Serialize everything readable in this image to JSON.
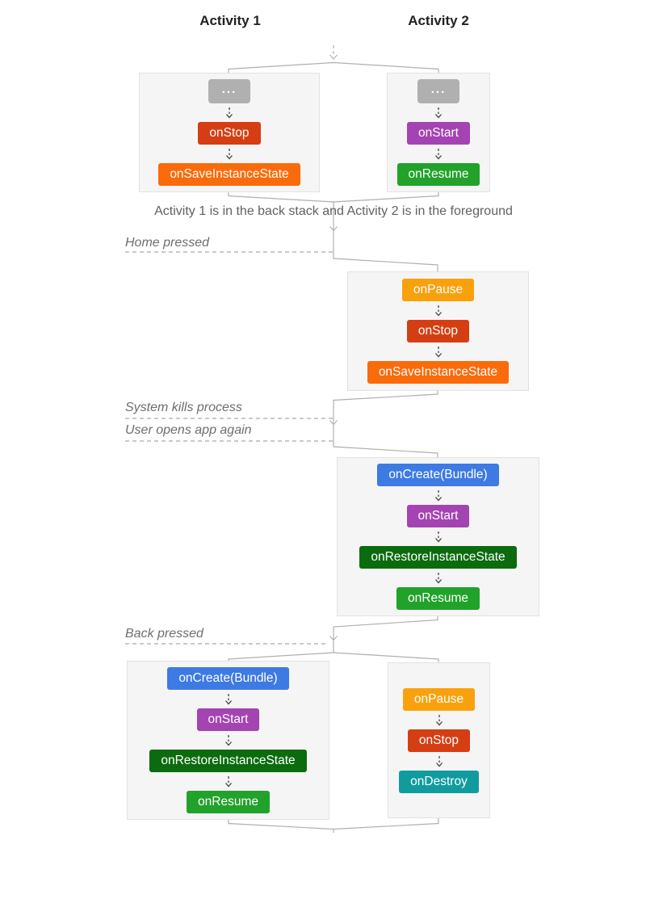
{
  "headers": {
    "activity1": "Activity 1",
    "activity2": "Activity 2"
  },
  "caption": "Activity 1 is in the back stack and Activity 2 is in the foreground",
  "event_labels": {
    "home": "Home pressed",
    "kill": "System kills process",
    "reopen": "User opens app again",
    "back": "Back pressed"
  },
  "colors": {
    "panel_bg": "#f5f5f5",
    "panel_border": "#e2e2e2",
    "connector": "#b0b0b0",
    "inner_arrow": "#424242",
    "ellipsis": "#b0b0b0",
    "onCreate": "#3d7ae4",
    "onStart": "#a443b2",
    "onResume": "#21a22a",
    "onPause": "#f9a10d",
    "onStop": "#d53e13",
    "onSaveInstanceState": "#fa6b0b",
    "onRestoreInstanceState": "#0b6b0e",
    "onDestroy": "#109c9f"
  },
  "panels": [
    {
      "id": "row1-a1",
      "boxes": [
        {
          "label": "...",
          "color": "ellipsis"
        },
        {
          "label": "onStop",
          "color": "onStop"
        },
        {
          "label": "onSaveInstanceState",
          "color": "onSaveInstanceState"
        }
      ]
    },
    {
      "id": "row1-a2",
      "boxes": [
        {
          "label": "...",
          "color": "ellipsis"
        },
        {
          "label": "onStart",
          "color": "onStart"
        },
        {
          "label": "onResume",
          "color": "onResume"
        }
      ]
    },
    {
      "id": "row2-a2",
      "boxes": [
        {
          "label": "onPause",
          "color": "onPause"
        },
        {
          "label": "onStop",
          "color": "onStop"
        },
        {
          "label": "onSaveInstanceState",
          "color": "onSaveInstanceState"
        }
      ]
    },
    {
      "id": "row3-a2",
      "boxes": [
        {
          "label": "onCreate(Bundle)",
          "color": "onCreate"
        },
        {
          "label": "onStart",
          "color": "onStart"
        },
        {
          "label": "onRestoreInstanceState",
          "color": "onRestoreInstanceState"
        },
        {
          "label": "onResume",
          "color": "onResume"
        }
      ]
    },
    {
      "id": "row4-a1",
      "boxes": [
        {
          "label": "onCreate(Bundle)",
          "color": "onCreate"
        },
        {
          "label": "onStart",
          "color": "onStart"
        },
        {
          "label": "onRestoreInstanceState",
          "color": "onRestoreInstanceState"
        },
        {
          "label": "onResume",
          "color": "onResume"
        }
      ]
    },
    {
      "id": "row4-a2",
      "boxes": [
        {
          "label": "onPause",
          "color": "onPause"
        },
        {
          "label": "onStop",
          "color": "onStop"
        },
        {
          "label": "onDestroy",
          "color": "onDestroy"
        }
      ]
    }
  ]
}
